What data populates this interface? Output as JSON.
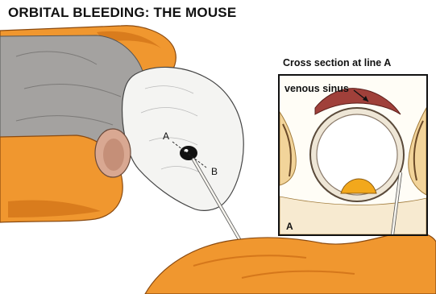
{
  "title": "ORBITAL BLEEDING: THE MOUSE",
  "main_labels": {
    "line_a": "A",
    "point_b": "B"
  },
  "inset": {
    "caption": "Cross section at line A",
    "venous_sinus_label": "venous sinus",
    "panel_label": "A"
  },
  "colors": {
    "hand_orange": "#f0972f",
    "hand_shadow": "#c96a12",
    "mouse_white": "#f4f4f2",
    "mouse_gray": "#a4a2a0",
    "ear_pink": "#d9a892",
    "blood_red": "#a0403a",
    "lens_yellow": "#f2a81c"
  }
}
